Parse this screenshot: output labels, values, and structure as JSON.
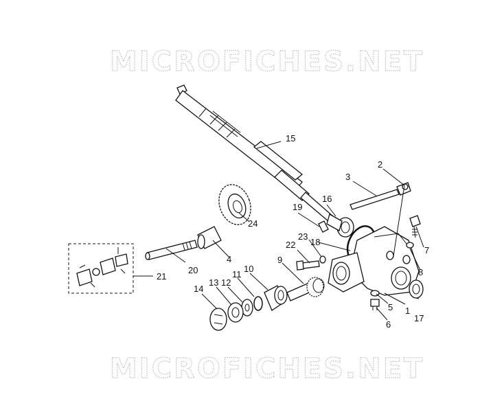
{
  "watermark": {
    "text_top": "MICROFICHES.NET",
    "text_bottom": "MICROFICHES.NET"
  },
  "callouts": [
    {
      "id": "1",
      "label": "1"
    },
    {
      "id": "2",
      "label": "2"
    },
    {
      "id": "3",
      "label": "3"
    },
    {
      "id": "4",
      "label": "4"
    },
    {
      "id": "5",
      "label": "5"
    },
    {
      "id": "6",
      "label": "6"
    },
    {
      "id": "7",
      "label": "7"
    },
    {
      "id": "8",
      "label": "8"
    },
    {
      "id": "9",
      "label": "9"
    },
    {
      "id": "10",
      "label": "10"
    },
    {
      "id": "11",
      "label": "11"
    },
    {
      "id": "12",
      "label": "12"
    },
    {
      "id": "13",
      "label": "13"
    },
    {
      "id": "14",
      "label": "14"
    },
    {
      "id": "15",
      "label": "15"
    },
    {
      "id": "16",
      "label": "16"
    },
    {
      "id": "17",
      "label": "17"
    },
    {
      "id": "18",
      "label": "18"
    },
    {
      "id": "19",
      "label": "19"
    },
    {
      "id": "20",
      "label": "20"
    },
    {
      "id": "21",
      "label": "21"
    },
    {
      "id": "22",
      "label": "22"
    },
    {
      "id": "23",
      "label": "23"
    },
    {
      "id": "24",
      "label": "24"
    }
  ]
}
